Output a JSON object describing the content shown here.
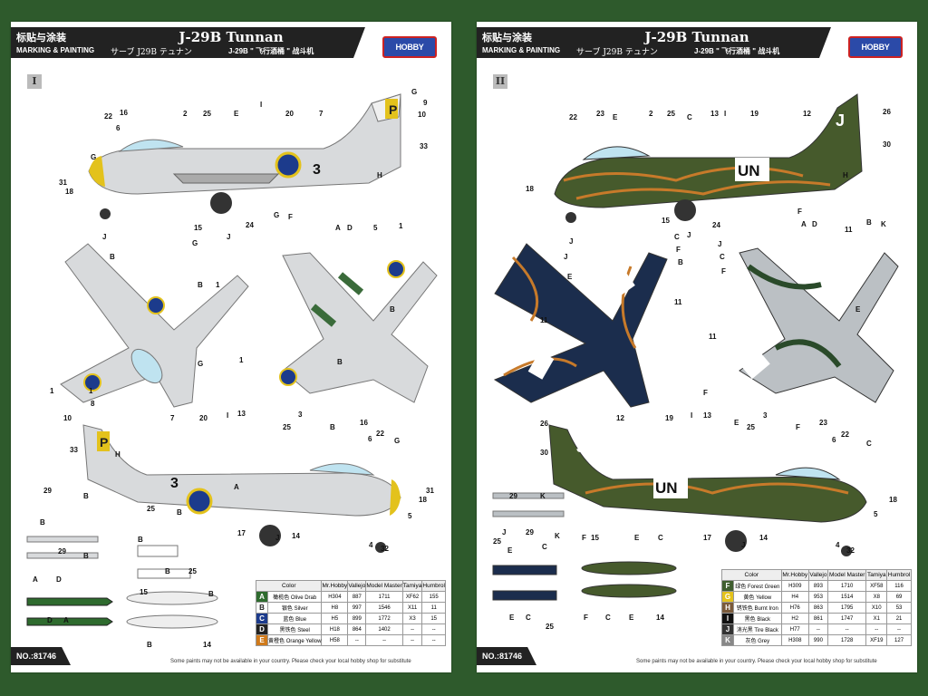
{
  "header": {
    "cn": "标贴与涂装",
    "en": "MARKING & PAINTING",
    "title": "J-29B  Tunnan",
    "subtitle_jp": "サーブ J29B テュナン",
    "subtitle_cn": "J-29B \" 飞行酒桶 \" 战斗机",
    "logo": "HOBBY BOSS"
  },
  "sheets": [
    {
      "roman": "I",
      "number": "NO.:81746"
    },
    {
      "roman": "II",
      "number": "NO.:81746"
    }
  ],
  "table_headers": [
    "Color",
    "Mr.Hobby",
    "Vallejo",
    "Model Master",
    "Tamiya",
    "Humbrol"
  ],
  "table_left": [
    {
      "code": "A",
      "color": "#2e6b2e",
      "name_cn": "橄榄色",
      "name_en": "Olive Drab",
      "hobby": "H304",
      "vallejo": "887",
      "mm": "1711",
      "tamiya": "XF62",
      "humbrol": "155"
    },
    {
      "code": "B",
      "color": "#ffffff",
      "name_cn": "银色",
      "name_en": "Silver",
      "hobby": "H8",
      "vallejo": "997",
      "mm": "1546",
      "tamiya": "X11",
      "humbrol": "11"
    },
    {
      "code": "C",
      "color": "#1c3b8c",
      "name_cn": "蓝色",
      "name_en": "Blue",
      "hobby": "H5",
      "vallejo": "899",
      "mm": "1772",
      "tamiya": "X3",
      "humbrol": "15"
    },
    {
      "code": "D",
      "color": "#222222",
      "name_cn": "黑铁色",
      "name_en": "Steel",
      "hobby": "H18",
      "vallejo": "864",
      "mm": "1402",
      "tamiya": "--",
      "humbrol": "--"
    },
    {
      "code": "E",
      "color": "#d07a1a",
      "name_cn": "黄橙色",
      "name_en": "Orange Yellow",
      "hobby": "H58",
      "vallejo": "--",
      "mm": "--",
      "tamiya": "--",
      "humbrol": "--"
    }
  ],
  "table_right": [
    {
      "code": "F",
      "color": "#3f5e2f",
      "name_cn": "绿色",
      "name_en": "Forest Green",
      "hobby": "H309",
      "vallejo": "893",
      "mm": "1710",
      "tamiya": "XF58",
      "humbrol": "116"
    },
    {
      "code": "G",
      "color": "#e3c21c",
      "name_cn": "黄色",
      "name_en": "Yellow",
      "hobby": "H4",
      "vallejo": "953",
      "mm": "1514",
      "tamiya": "X8",
      "humbrol": "69"
    },
    {
      "code": "H",
      "color": "#7a5a3a",
      "name_cn": "锈铁色",
      "name_en": "Burnt Iron",
      "hobby": "H76",
      "vallejo": "863",
      "mm": "1795",
      "tamiya": "X10",
      "humbrol": "53"
    },
    {
      "code": "I",
      "color": "#111111",
      "name_cn": "黑色",
      "name_en": "Black",
      "hobby": "H2",
      "vallejo": "861",
      "mm": "1747",
      "tamiya": "X1",
      "humbrol": "21"
    },
    {
      "code": "J",
      "color": "#333333",
      "name_cn": "消光黑",
      "name_en": "Tire Black",
      "hobby": "H77",
      "vallejo": "--",
      "mm": "--",
      "tamiya": "--",
      "humbrol": "--"
    },
    {
      "code": "K",
      "color": "#888888",
      "name_cn": "灰色",
      "name_en": "Grey",
      "hobby": "H308",
      "vallejo": "990",
      "mm": "1728",
      "tamiya": "XF19",
      "humbrol": "127"
    }
  ],
  "note": "Some paints may not be available in your country. Please check your local hobby shop for substitute",
  "markings": {
    "tail_left": "P",
    "tail_right": "J",
    "code_left": "3",
    "un": "UN"
  }
}
